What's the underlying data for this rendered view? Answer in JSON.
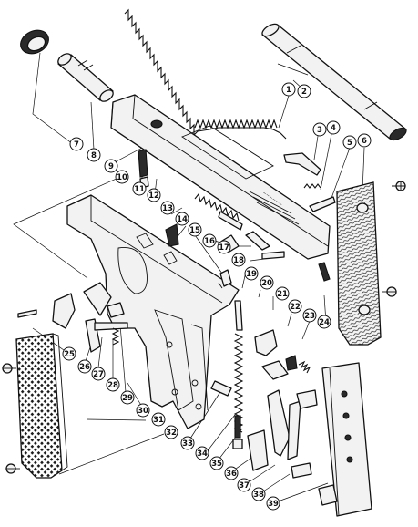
{
  "callouts": [
    {
      "label": "1"
    },
    {
      "label": "2"
    },
    {
      "label": "3"
    },
    {
      "label": "4"
    },
    {
      "label": "5"
    },
    {
      "label": "6"
    },
    {
      "label": "7"
    },
    {
      "label": "8"
    },
    {
      "label": "9"
    },
    {
      "label": "10"
    },
    {
      "label": "11"
    },
    {
      "label": "12"
    },
    {
      "label": "13"
    },
    {
      "label": "14"
    },
    {
      "label": "15"
    },
    {
      "label": "16"
    },
    {
      "label": "17"
    },
    {
      "label": "18"
    },
    {
      "label": "19"
    },
    {
      "label": "20"
    },
    {
      "label": "21"
    },
    {
      "label": "22"
    },
    {
      "label": "23"
    },
    {
      "label": "24"
    },
    {
      "label": "25"
    },
    {
      "label": "26"
    },
    {
      "label": "27"
    },
    {
      "label": "28"
    },
    {
      "label": "29"
    },
    {
      "label": "30"
    },
    {
      "label": "31"
    },
    {
      "label": "32"
    },
    {
      "label": "33"
    },
    {
      "label": "34"
    },
    {
      "label": "35"
    },
    {
      "label": "36"
    },
    {
      "label": "37"
    },
    {
      "label": "38"
    },
    {
      "label": "39"
    }
  ]
}
